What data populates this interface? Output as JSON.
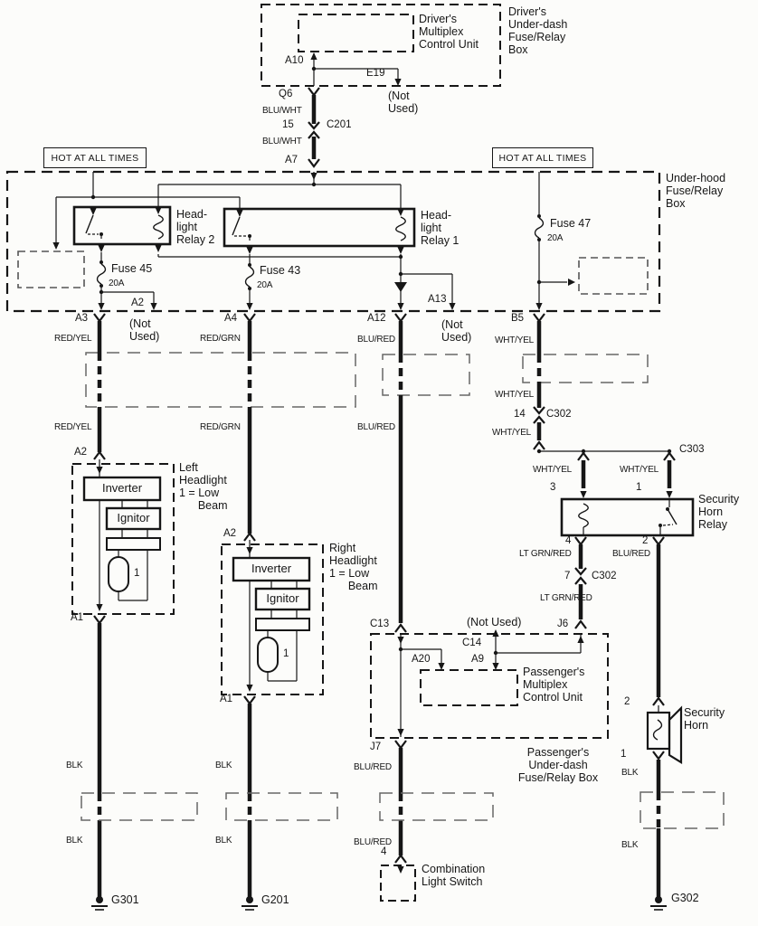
{
  "components": {
    "hot": "HOT AT ALL TIMES",
    "driver_mpx": "Driver's\nMultiplex\nControl Unit",
    "driver_box": "Driver's\nUnder-dash\nFuse/Relay\nBox",
    "underhood_box": "Under-hood\nFuse/Relay\nBox",
    "relay2": "Head-\nlight\nRelay 2",
    "relay1": "Head-\nlight\nRelay 1",
    "fuse45": "Fuse 45",
    "fuse43": "Fuse 43",
    "fuse47": "Fuse 47",
    "amp20": "20A",
    "not_used": "(Not\nUsed)",
    "not_used_inline": "(Not Used)",
    "left_headlight": "Left\nHeadlight\n1 = Low\n      Beam",
    "right_headlight": "Right\nHeadlight\n1 = Low\n      Beam",
    "inverter": "Inverter",
    "ignitor": "Ignitor",
    "bulb": "1",
    "passenger_mpx": "Passenger's\nMultiplex\nControl Unit",
    "passenger_box": "Passenger's\nUnder-dash\nFuse/Relay Box",
    "security_horn_relay": "Security\nHorn\nRelay",
    "security_horn": "Security\nHorn",
    "combination_light_switch": "Combination\nLight Switch"
  },
  "pins": {
    "a1": "A1",
    "a2": "A2",
    "a3": "A3",
    "a4": "A4",
    "a7": "A7",
    "a9": "A9",
    "a10": "A10",
    "a12": "A12",
    "a13": "A13",
    "a20": "A20",
    "b5": "B5",
    "c13": "C13",
    "c14": "C14",
    "c201": "C201",
    "c302": "C302",
    "c303": "C303",
    "e19": "E19",
    "j6": "J6",
    "j7": "J7",
    "q6": "Q6",
    "n1": "1",
    "n2": "2",
    "n3": "3",
    "n4": "4",
    "n7": "7",
    "n14": "14",
    "n15": "15"
  },
  "wires": {
    "blu_wht": "BLU/WHT",
    "red_yel": "RED/YEL",
    "red_grn": "RED/GRN",
    "blu_red": "BLU/RED",
    "wht_yel": "WHT/YEL",
    "lt_grn_red": "LT GRN/RED",
    "blk": "BLK"
  },
  "grounds": {
    "g301": "G301",
    "g201": "G201",
    "g302": "G302"
  }
}
